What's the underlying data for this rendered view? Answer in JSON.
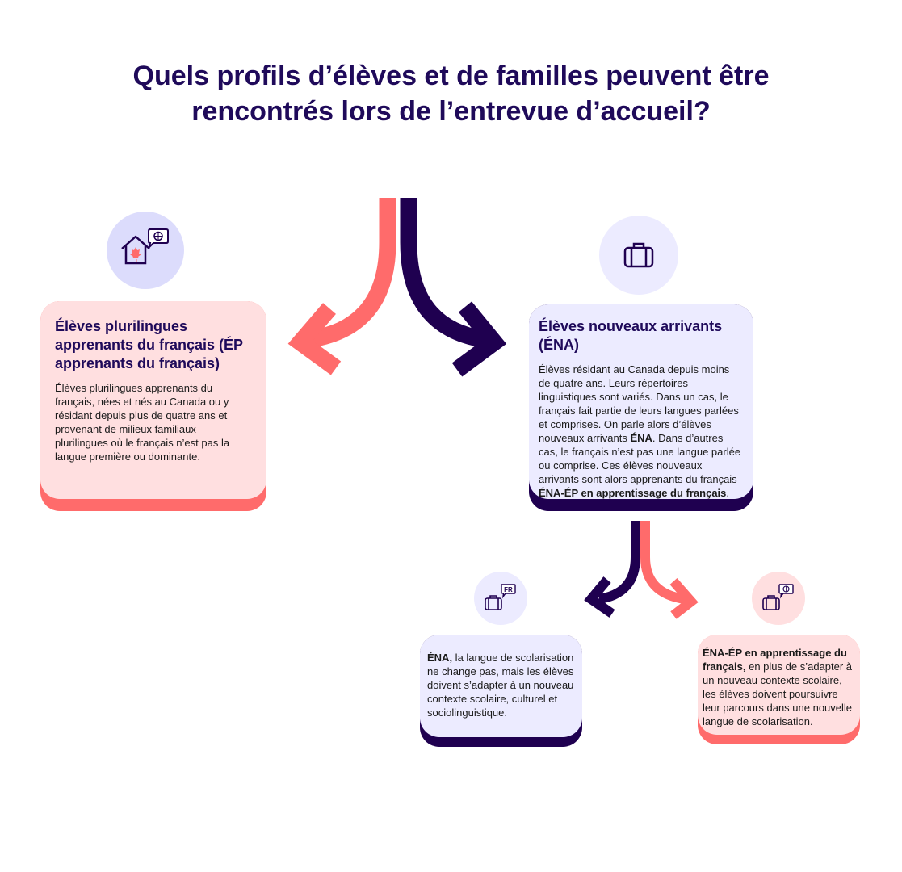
{
  "title": {
    "line1": "Quels profils d’élèves et de familles peuvent être",
    "line2": "rencontrés lors de l’entrevue d’accueil?"
  },
  "colors": {
    "navy": "#1f0050",
    "coral": "#ff6b6b",
    "pink_bg": "#ffdfe0",
    "lavender_bg": "#ecebff",
    "circle_blue": "#dcdcfc"
  },
  "cards": {
    "ep": {
      "icon": "house-canada-speech-globe-icon",
      "title": "Élèves plurilingues apprenants du français (ÉP apprenants du français)",
      "body": "Élèves plurilingues apprenants du français, nées et nés au Canada ou y résidant depuis plus de quatre ans et provenant de milieux familiaux plurilingues où le français n’est pas la langue première ou dominante."
    },
    "ena": {
      "icon": "suitcase-icon",
      "title": "Élèves nouveaux arrivants (ÉNA)",
      "body_1": "Élèves résidant au Canada depuis moins de quatre ans. Leurs répertoires linguistiques sont variés. Dans un cas, le français fait partie de leurs langues parlées et comprises. On parle alors d’élèves nouveaux arrivants ",
      "bold_1": "ÉNA",
      "body_2": ". Dans d’autres cas, le français n’est pas une langue parlée ou comprise. Ces élèves nouveaux arrivants sont alors apprenants du français ",
      "bold_2": "ÉNA-ÉP en apprentissage du français",
      "body_3": "."
    },
    "ena_sub": {
      "icon": "suitcase-speech-fr-icon",
      "icon_label": "FR",
      "bold": "ÉNA,",
      "body": " la langue de scolarisation ne change pas, mais les élèves doivent s’adapter à un nouveau contexte scolaire, culturel et sociolinguistique."
    },
    "ena_ep_sub": {
      "icon": "suitcase-speech-globe-icon",
      "bold": "ÉNA-ÉP en apprentissage du français,",
      "body": " en plus de s’adapter à un nouveau contexte scolaire, les élèves doivent poursuivre leur parcours dans une nouvelle langue de scolarisation."
    }
  }
}
